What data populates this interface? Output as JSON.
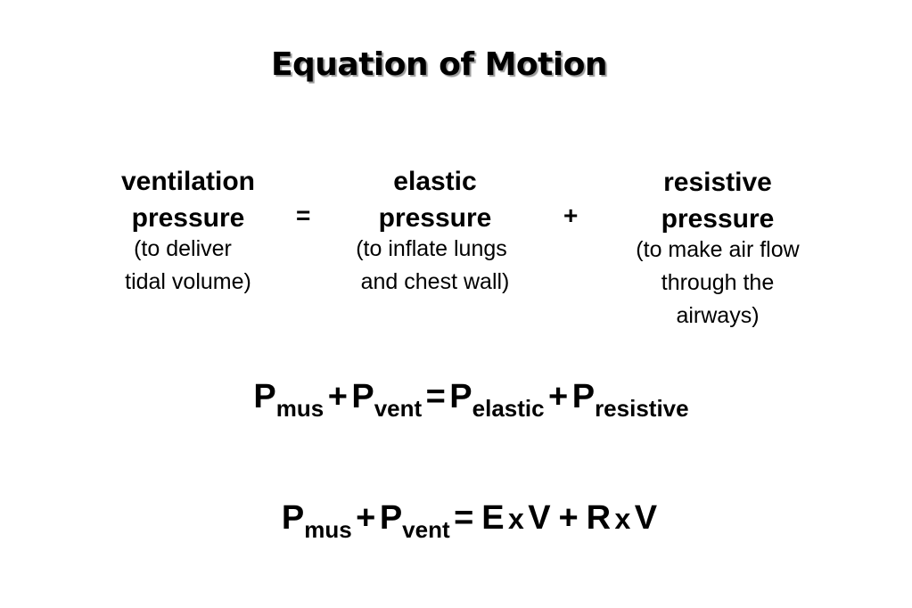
{
  "slide": {
    "title": "Equation of Motion"
  },
  "terms": {
    "ventilation": {
      "line1": "ventilation",
      "line2": "pressure",
      "note1": "(to deliver",
      "note2": "tidal volume)"
    },
    "elastic": {
      "line1": "elastic",
      "line2": "pressure",
      "note1": "(to inflate lungs",
      "note2": "and chest wall)"
    },
    "resistive": {
      "line1": "resistive",
      "line2": "pressure",
      "note1": "(to make air flow",
      "note2": "through the",
      "note3": "airways)"
    },
    "equals": "=",
    "plus": "+"
  },
  "equation1": {
    "p": "P",
    "sub_mus": "mus",
    "sub_vent": "vent",
    "sub_elastic": "elastic",
    "sub_resistive": "resistive",
    "plus": "+",
    "equals": "="
  },
  "equation2": {
    "p": "P",
    "sub_mus": "mus",
    "sub_vent": "vent",
    "plus": "+",
    "equals": "=",
    "E": "E",
    "times": "x",
    "V": "V",
    "R": "R"
  }
}
